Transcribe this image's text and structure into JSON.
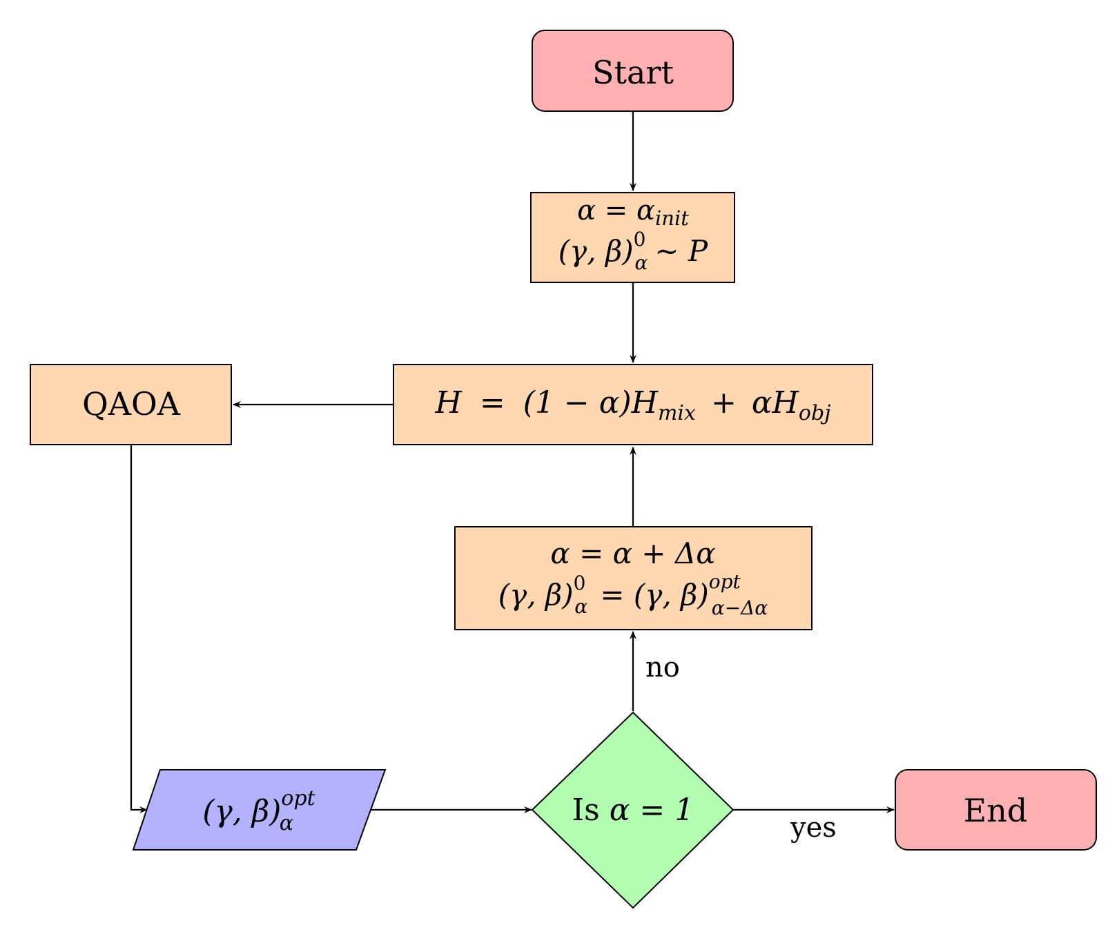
{
  "colors": {
    "terminal": "#ffb0b3",
    "process": "#ffd8b1",
    "io": "#b2b2ff",
    "decision": "#b2ffb2",
    "stroke": "#000000"
  },
  "nodes": {
    "start": {
      "label": "Start"
    },
    "init": {
      "line1": "α = α",
      "line1_sub": "init",
      "line2_a": "(γ, β)",
      "line2_sup": "0",
      "line2_sub": "α",
      "line2_b": "∼ P"
    },
    "hamiltonian": {
      "h": "H",
      "eq": "=",
      "part1": "(1 − α)H",
      "part1_sub": "mix",
      "plus": "+",
      "part2": "αH",
      "part2_sub": "obj"
    },
    "qaoa": {
      "label": "QAOA"
    },
    "update": {
      "line1": "α = α + Δα",
      "line2_a": "(γ, β)",
      "line2_sup": "0",
      "line2_sub": "α",
      "line2_eq": "= (γ, β)",
      "line2_sup2": "opt",
      "line2_sub2": "α−Δα"
    },
    "output": {
      "base": "(γ, β)",
      "sup": "opt",
      "sub": "α"
    },
    "decision": {
      "prefix": "Is",
      "cond": "α = 1"
    },
    "end": {
      "label": "End"
    }
  },
  "edge_labels": {
    "no": "no",
    "yes": "yes"
  }
}
